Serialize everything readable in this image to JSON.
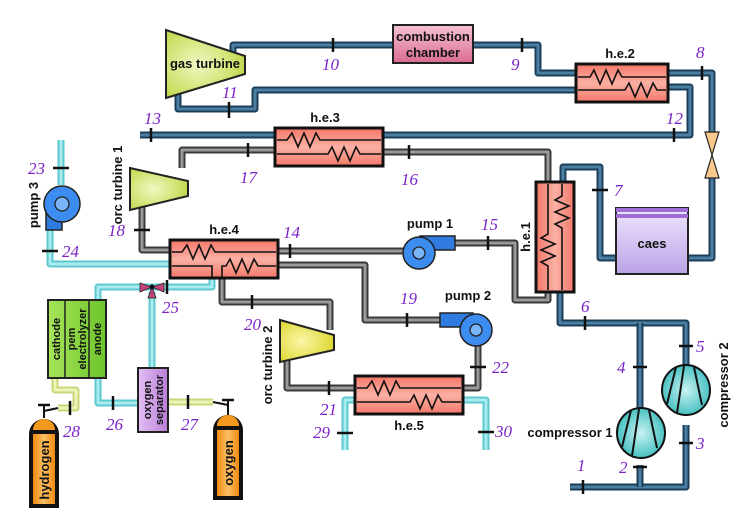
{
  "diagram": {
    "title": "Gas turbine, CAES, ORC and PEM electrolyzer integrated system schematic",
    "components": {
      "gas_turbine": "gas turbine",
      "combustion_chamber_line1": "combustion",
      "combustion_chamber_line2": "chamber",
      "he1": "h.e.1",
      "he2": "h.e.2",
      "he3": "h.e.3",
      "he4": "h.e.4",
      "he5": "h.e.5",
      "caes": "caes",
      "pump1": "pump 1",
      "pump2": "pump 2",
      "pump3": "pump 3",
      "orc_turbine1": "orc turbine 1",
      "orc_turbine2": "orc turbine 2",
      "compressor1": "compressor 1",
      "compressor2": "compressor 2",
      "electrolyzer_cathode": "cathode",
      "electrolyzer_pem": "pem",
      "electrolyzer_name": "electrolyzer",
      "electrolyzer_anode": "anode",
      "oxygen_separator_line1": "oxygen",
      "oxygen_separator_line2": "separator",
      "hydrogen_tank": "hydrogen",
      "oxygen_tank": "oxygen"
    },
    "state_points": {
      "s1": "1",
      "s2": "2",
      "s3": "3",
      "s4": "4",
      "s5": "5",
      "s6": "6",
      "s7": "7",
      "s8": "8",
      "s9": "9",
      "s10": "10",
      "s11": "11",
      "s12": "12",
      "s13": "13",
      "s14": "14",
      "s15": "15",
      "s16": "16",
      "s17": "17",
      "s18": "18",
      "s19": "19",
      "s20": "20",
      "s21": "21",
      "s22": "22",
      "s23": "23",
      "s24": "24",
      "s25": "25",
      "s26": "26",
      "s27": "27",
      "s28": "28",
      "s29": "29",
      "s30": "30"
    },
    "colors": {
      "air_pipe": "#1d3e57",
      "orc_pipe": "#3a3a3a",
      "water_pipe": "#5cc9cf",
      "gas_pipe": "#c9d77a",
      "heat_exchanger": "#f58b7a",
      "turbine": "#c9e04a",
      "pump": "#2f7be0",
      "compressor": "#37c4c4",
      "caes": "#c8b0ea",
      "combustion_chamber": "#e07aa0",
      "electrolyzer": "#7ed23a",
      "oxygen_separator": "#c68ee0",
      "tank": "#f39a1e",
      "state_label": "#7b22c8"
    }
  }
}
